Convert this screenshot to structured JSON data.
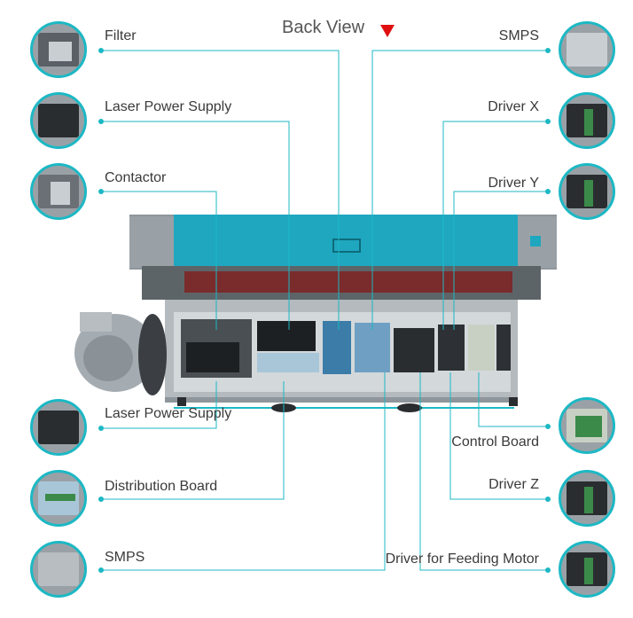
{
  "title": "Back View",
  "labels": {
    "filter": "Filter",
    "laser_power_supply_top": "Laser Power Supply",
    "contactor": "Contactor",
    "laser_power_supply_bottom": "Laser Power Supply",
    "distribution_board": "Distribution Board",
    "smps_bottom": "SMPS",
    "smps_top": "SMPS",
    "driver_x": "Driver X",
    "driver_y": "Driver Y",
    "control_board": "Control Board",
    "driver_z": "Driver Z",
    "driver_feeding_motor": "Driver for Feeding Motor"
  },
  "colors": {
    "accent": "#1cb8c4",
    "marker": "#e01010",
    "lid": "#1fa7c0"
  }
}
